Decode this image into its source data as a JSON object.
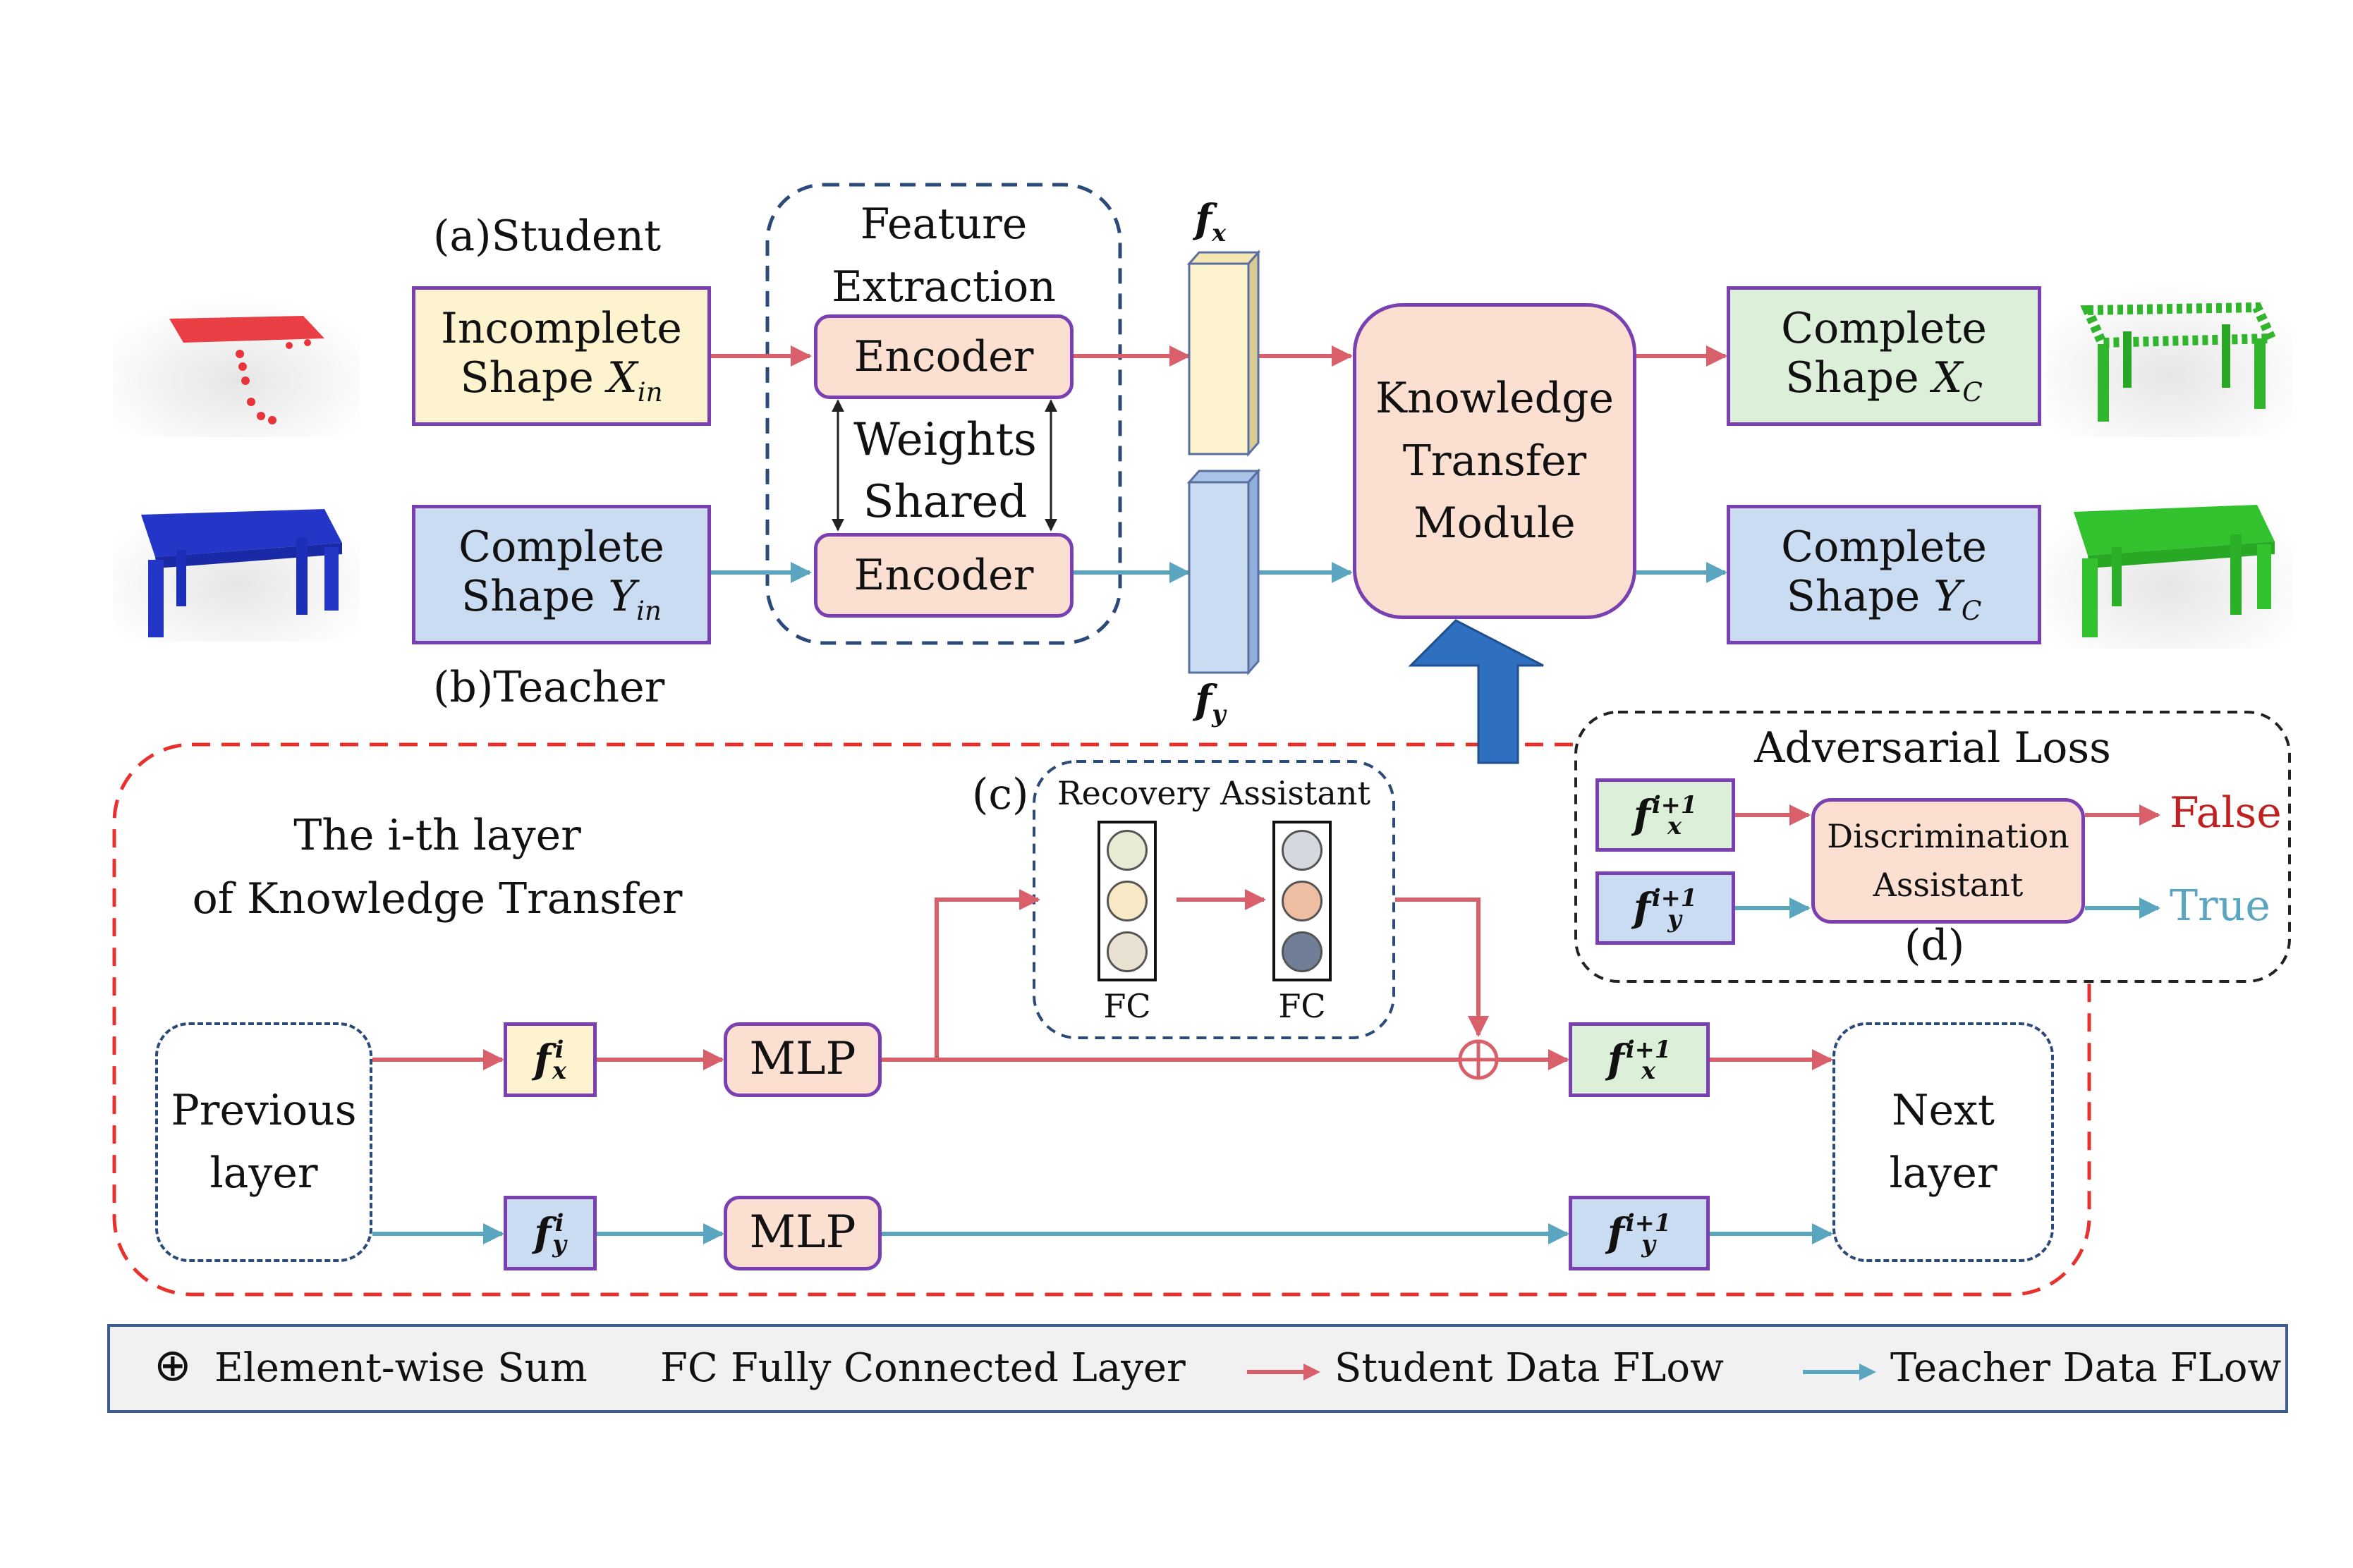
{
  "labels": {
    "student_tag": "(a)Student",
    "teacher_tag": "(b)Teacher",
    "feature_extraction": "Feature\nExtraction",
    "weights_shared": "Weights\nShared",
    "encoder_top": "Encoder",
    "encoder_bottom": "Encoder",
    "incomplete_line1": "Incomplete",
    "shape_word": "Shape",
    "complete_line1": "Complete",
    "ktm": "Knowledge\nTransfer\nModule",
    "ith_layer": "The i-th layer\nof Knowledge Transfer",
    "recovery_tag": "(c)",
    "recovery_title": "Recovery Assistant",
    "fc_left": "FC",
    "fc_right": "FC",
    "mlp_top": "MLP",
    "mlp_bottom": "MLP",
    "previous_layer": "Previous\nlayer",
    "next_layer": "Next\nlayer",
    "adversarial_loss": "Adversarial Loss",
    "discrimination": "Discrimination\nAssistant",
    "d_tag": "(d)",
    "false_label": "False",
    "true_label": "True"
  },
  "math": {
    "X_in": "X",
    "Y_in": "Y",
    "X_C": "X",
    "Y_C": "Y",
    "sub_in": "in",
    "sub_C": "C",
    "f": "f",
    "sub_x": "x",
    "sub_y": "y",
    "sup_i": "i",
    "sup_i1": "i+1"
  },
  "legend": {
    "sum_symbol": "⊕",
    "sum_text": "Element-wise Sum",
    "fc_abbr": "FC",
    "fc_text": "Fully Connected Layer",
    "student_flow": "Student Data FLow",
    "teacher_flow": "Teacher Data FLow"
  },
  "colors": {
    "student_flow": "#d9606b",
    "teacher_flow": "#5aa5c0",
    "box_border": "#7a3fb0",
    "yellow_fill": "#fdf3cf",
    "blue_fill": "#c9dcf2",
    "green_fill": "#dcefd8",
    "peach_fill": "#fbe0d2",
    "red_dashed": "#e8312d",
    "navy_dashed": "#2b4a7a",
    "big_arrow": "#2f6fbf",
    "false_text": "#c0201f",
    "true_text": "#5aa5c0"
  },
  "icons": {
    "student_input": "red-partial-table-point-cloud",
    "teacher_input": "blue-table-point-cloud",
    "student_output": "green-table-point-cloud-sparse",
    "teacher_output": "green-table-point-cloud-dense"
  }
}
